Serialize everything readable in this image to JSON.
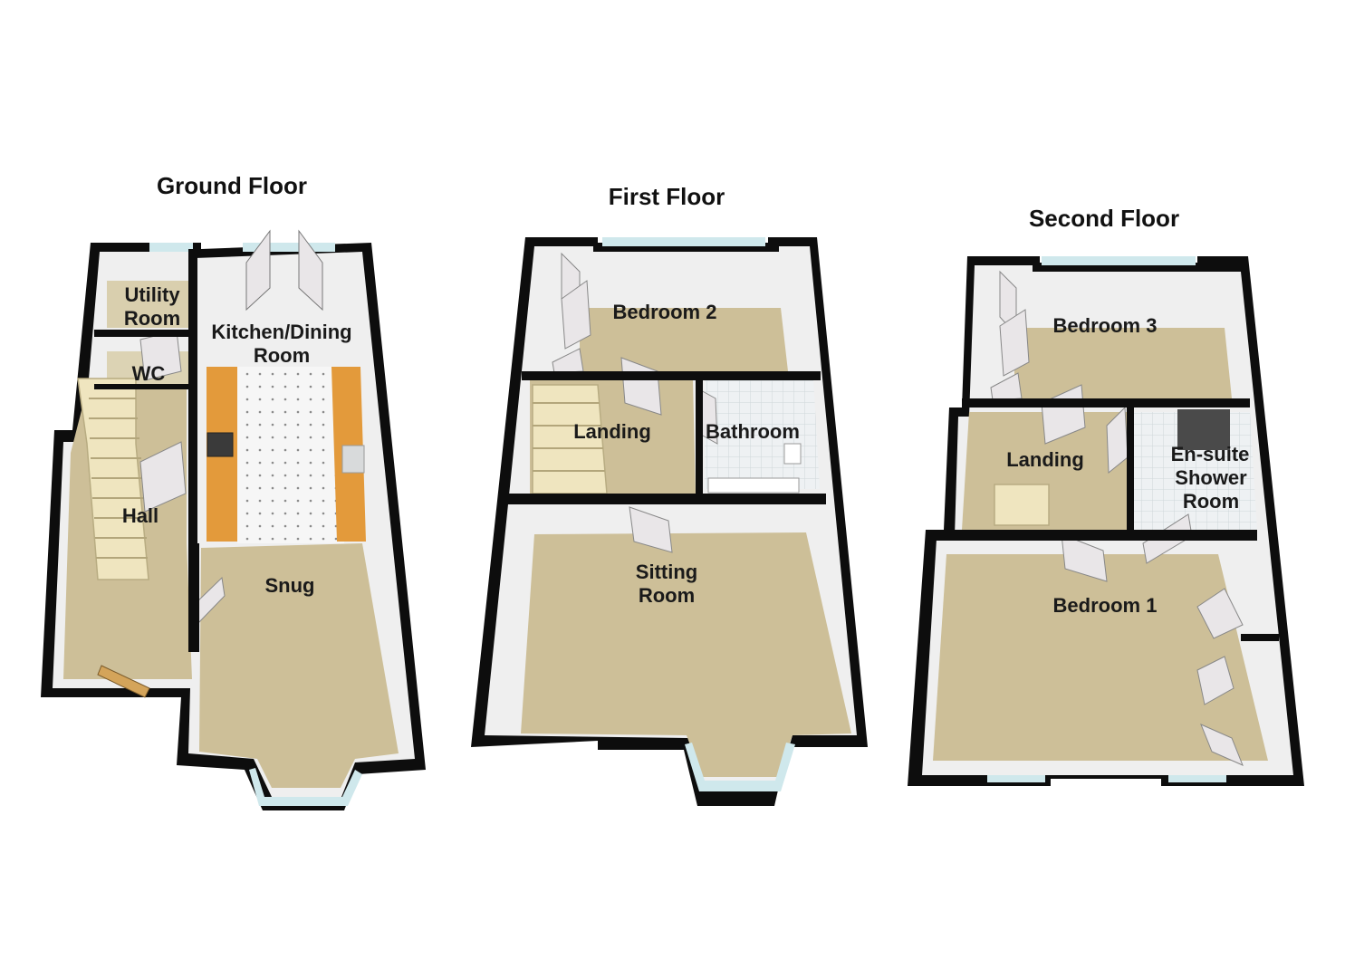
{
  "colors": {
    "wall": "#0d0d0d",
    "wall_inner": "#f2f2f2",
    "carpet": "#cdbf98",
    "window": "#cfe8ec",
    "worktop": "#e39a3b",
    "tile": "#f4f4f4",
    "door": "#e9e6e8"
  },
  "floors": [
    {
      "title": "Ground Floor",
      "rooms": [
        {
          "lines": [
            "Utility",
            "Room"
          ]
        },
        {
          "lines": [
            "Kitchen/Dining",
            "Room"
          ]
        },
        {
          "lines": [
            "WC"
          ]
        },
        {
          "lines": [
            "Hall"
          ]
        },
        {
          "lines": [
            "Snug"
          ]
        }
      ]
    },
    {
      "title": "First Floor",
      "rooms": [
        {
          "lines": [
            "Bedroom 2"
          ]
        },
        {
          "lines": [
            "Landing"
          ]
        },
        {
          "lines": [
            "Bathroom"
          ]
        },
        {
          "lines": [
            "Sitting",
            "Room"
          ]
        }
      ]
    },
    {
      "title": "Second Floor",
      "rooms": [
        {
          "lines": [
            "Bedroom 3"
          ]
        },
        {
          "lines": [
            "Landing"
          ]
        },
        {
          "lines": [
            "En-suite",
            "Shower",
            "Room"
          ]
        },
        {
          "lines": [
            "Bedroom 1"
          ]
        }
      ]
    }
  ]
}
